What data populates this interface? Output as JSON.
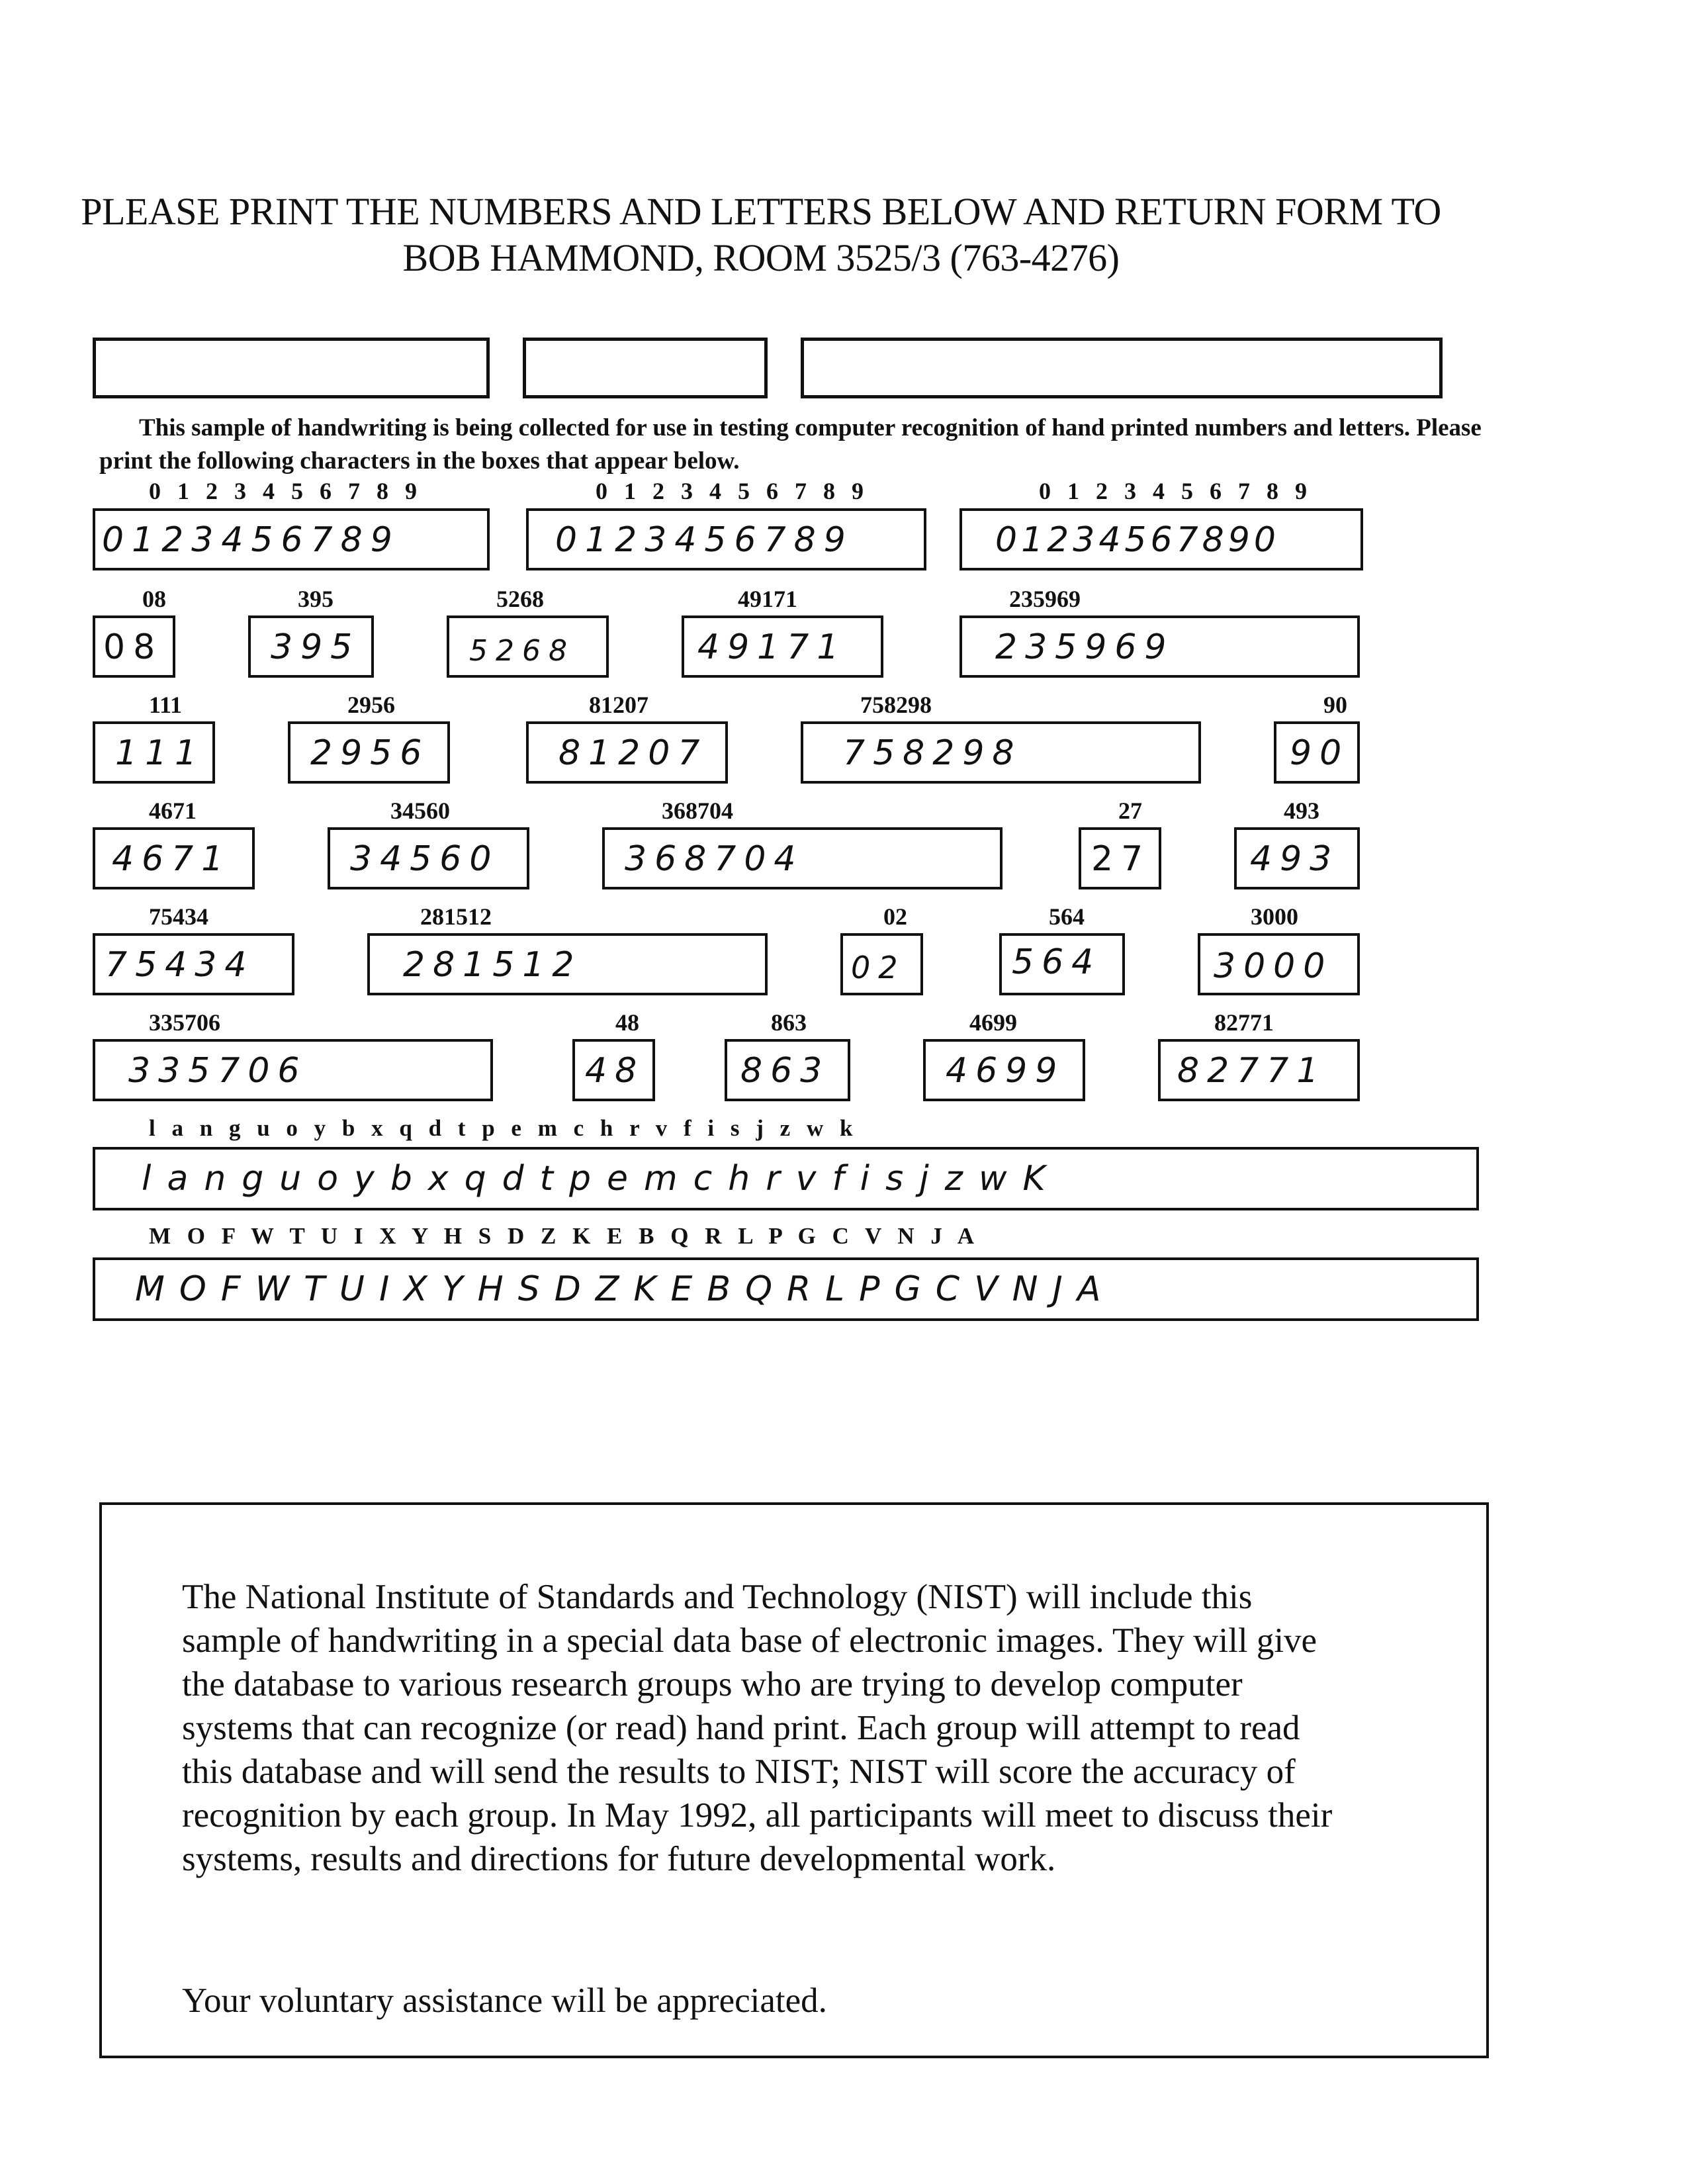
{
  "header": {
    "line1": "PLEASE PRINT THE NUMBERS AND LETTERS BELOW AND RETURN FORM TO",
    "line2": "BOB HAMMOND, ROOM 3525/3 (763-4276)"
  },
  "instructions": "This sample of handwriting is being collected for use in testing computer recognition of hand printed numbers and letters. Please print the following characters in the boxes that appear below.",
  "digit_rows": [
    {
      "label": "0 1 2 3 4 5 6 7 8 9",
      "written": "0123456789"
    },
    {
      "label": "0 1 2 3 4 5 6 7 8 9",
      "written": "0123456789"
    },
    {
      "label": "0 1 2 3 4 5 6 7 8 9",
      "written": "01234567890"
    }
  ],
  "fields": [
    {
      "label": "08",
      "written": "08"
    },
    {
      "label": "395",
      "written": "395"
    },
    {
      "label": "5268",
      "written": "5268"
    },
    {
      "label": "49171",
      "written": "49171"
    },
    {
      "label": "235969",
      "written": "235969"
    },
    {
      "label": "111",
      "written": "111"
    },
    {
      "label": "2956",
      "written": "2956"
    },
    {
      "label": "81207",
      "written": "81207"
    },
    {
      "label": "758298",
      "written": "758298"
    },
    {
      "label": "90",
      "written": "90"
    },
    {
      "label": "4671",
      "written": "4671"
    },
    {
      "label": "34560",
      "written": "34560"
    },
    {
      "label": "368704",
      "written": "368704"
    },
    {
      "label": "27",
      "written": "27"
    },
    {
      "label": "493",
      "written": "493"
    },
    {
      "label": "75434",
      "written": "75434"
    },
    {
      "label": "281512",
      "written": "281512"
    },
    {
      "label": "02",
      "written": "02"
    },
    {
      "label": "564",
      "written": "564"
    },
    {
      "label": "3000",
      "written": "3000"
    },
    {
      "label": "335706",
      "written": "335706"
    },
    {
      "label": "48",
      "written": "48"
    },
    {
      "label": "863",
      "written": "863"
    },
    {
      "label": "4699",
      "written": "4699"
    },
    {
      "label": "82771",
      "written": "82771"
    }
  ],
  "lowercase": {
    "label": "l a n g u o y b x q d t p e m c h r v f i s j z w k",
    "written": "languoybxqdtpemchrvfisjzwK"
  },
  "uppercase": {
    "label": "M O F W T U I X Y H S D Z K E B Q R L P G C V N J A",
    "written": "MOFWTUIXYHSDZKEBQRLPGCVNJA"
  },
  "notice": {
    "body": "The National Institute of Standards and Technology (NIST) will include this sample of handwriting in a special data base of electronic images. They will give the database to various research groups who are trying to develop computer systems that can recognize (or read) hand print. Each group will attempt to read this database and will send the results to NIST; NIST will score the accuracy of recognition by each group. In May 1992, all participants will meet to discuss their systems, results and directions for future developmental work.",
    "closing": "Your voluntary assistance will be appreciated."
  }
}
